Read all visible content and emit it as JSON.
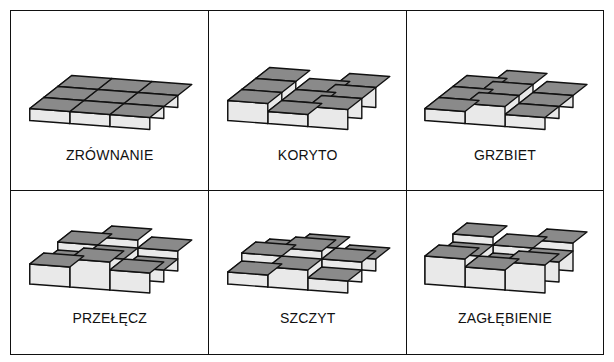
{
  "diagram": {
    "nodes": [
      {
        "text": [
          "ZRÓWNANIE"
        ]
      },
      {
        "text": [
          "KORYTO"
        ]
      },
      {
        "text": [
          "GRZBIET"
        ]
      },
      {
        "text": [
          "PRZEŁĘCZ"
        ]
      },
      {
        "text": [
          "SZCZYT"
        ]
      },
      {
        "text": [
          "ZAGŁĘBIENIE"
        ]
      }
    ]
  }
}
